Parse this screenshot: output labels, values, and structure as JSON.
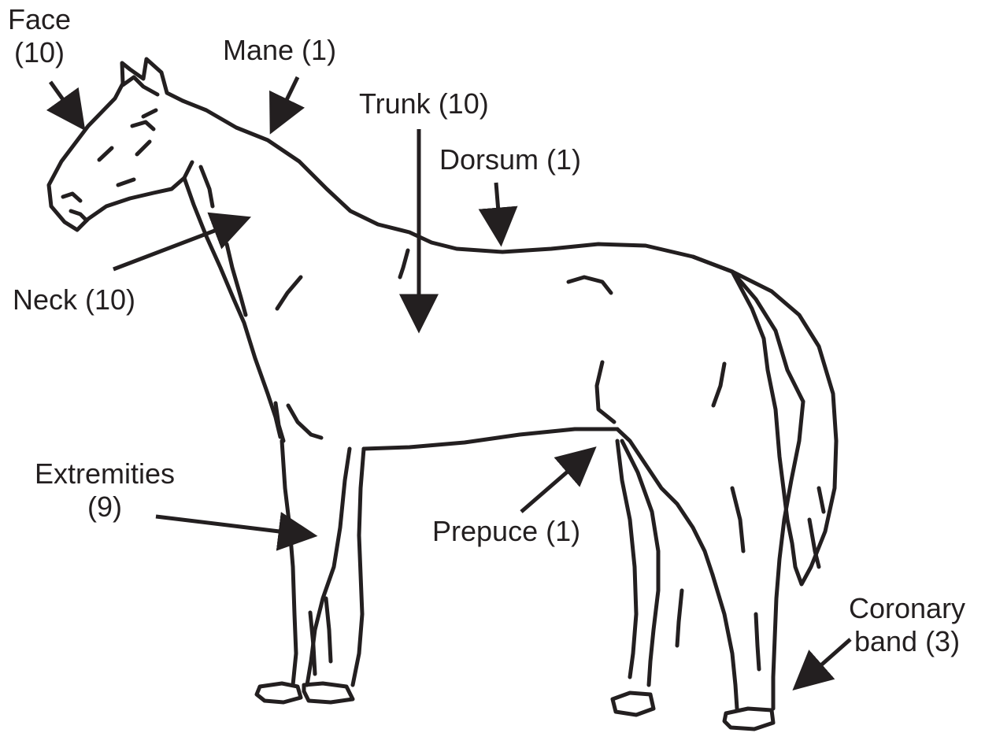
{
  "colors": {
    "ink": "#231f20",
    "background": "#ffffff"
  },
  "labels": {
    "face": {
      "line1": "Face",
      "line2": "(10)"
    },
    "mane": "Mane (1)",
    "trunk": "Trunk (10)",
    "dorsum": "Dorsum (1)",
    "neck": "Neck (10)",
    "extremities": {
      "line1": "Extremities",
      "line2": "(9)"
    },
    "prepuce": "Prepuce (1)",
    "coronary_band": {
      "line1": "Coronary",
      "line2": "band (3)"
    }
  }
}
